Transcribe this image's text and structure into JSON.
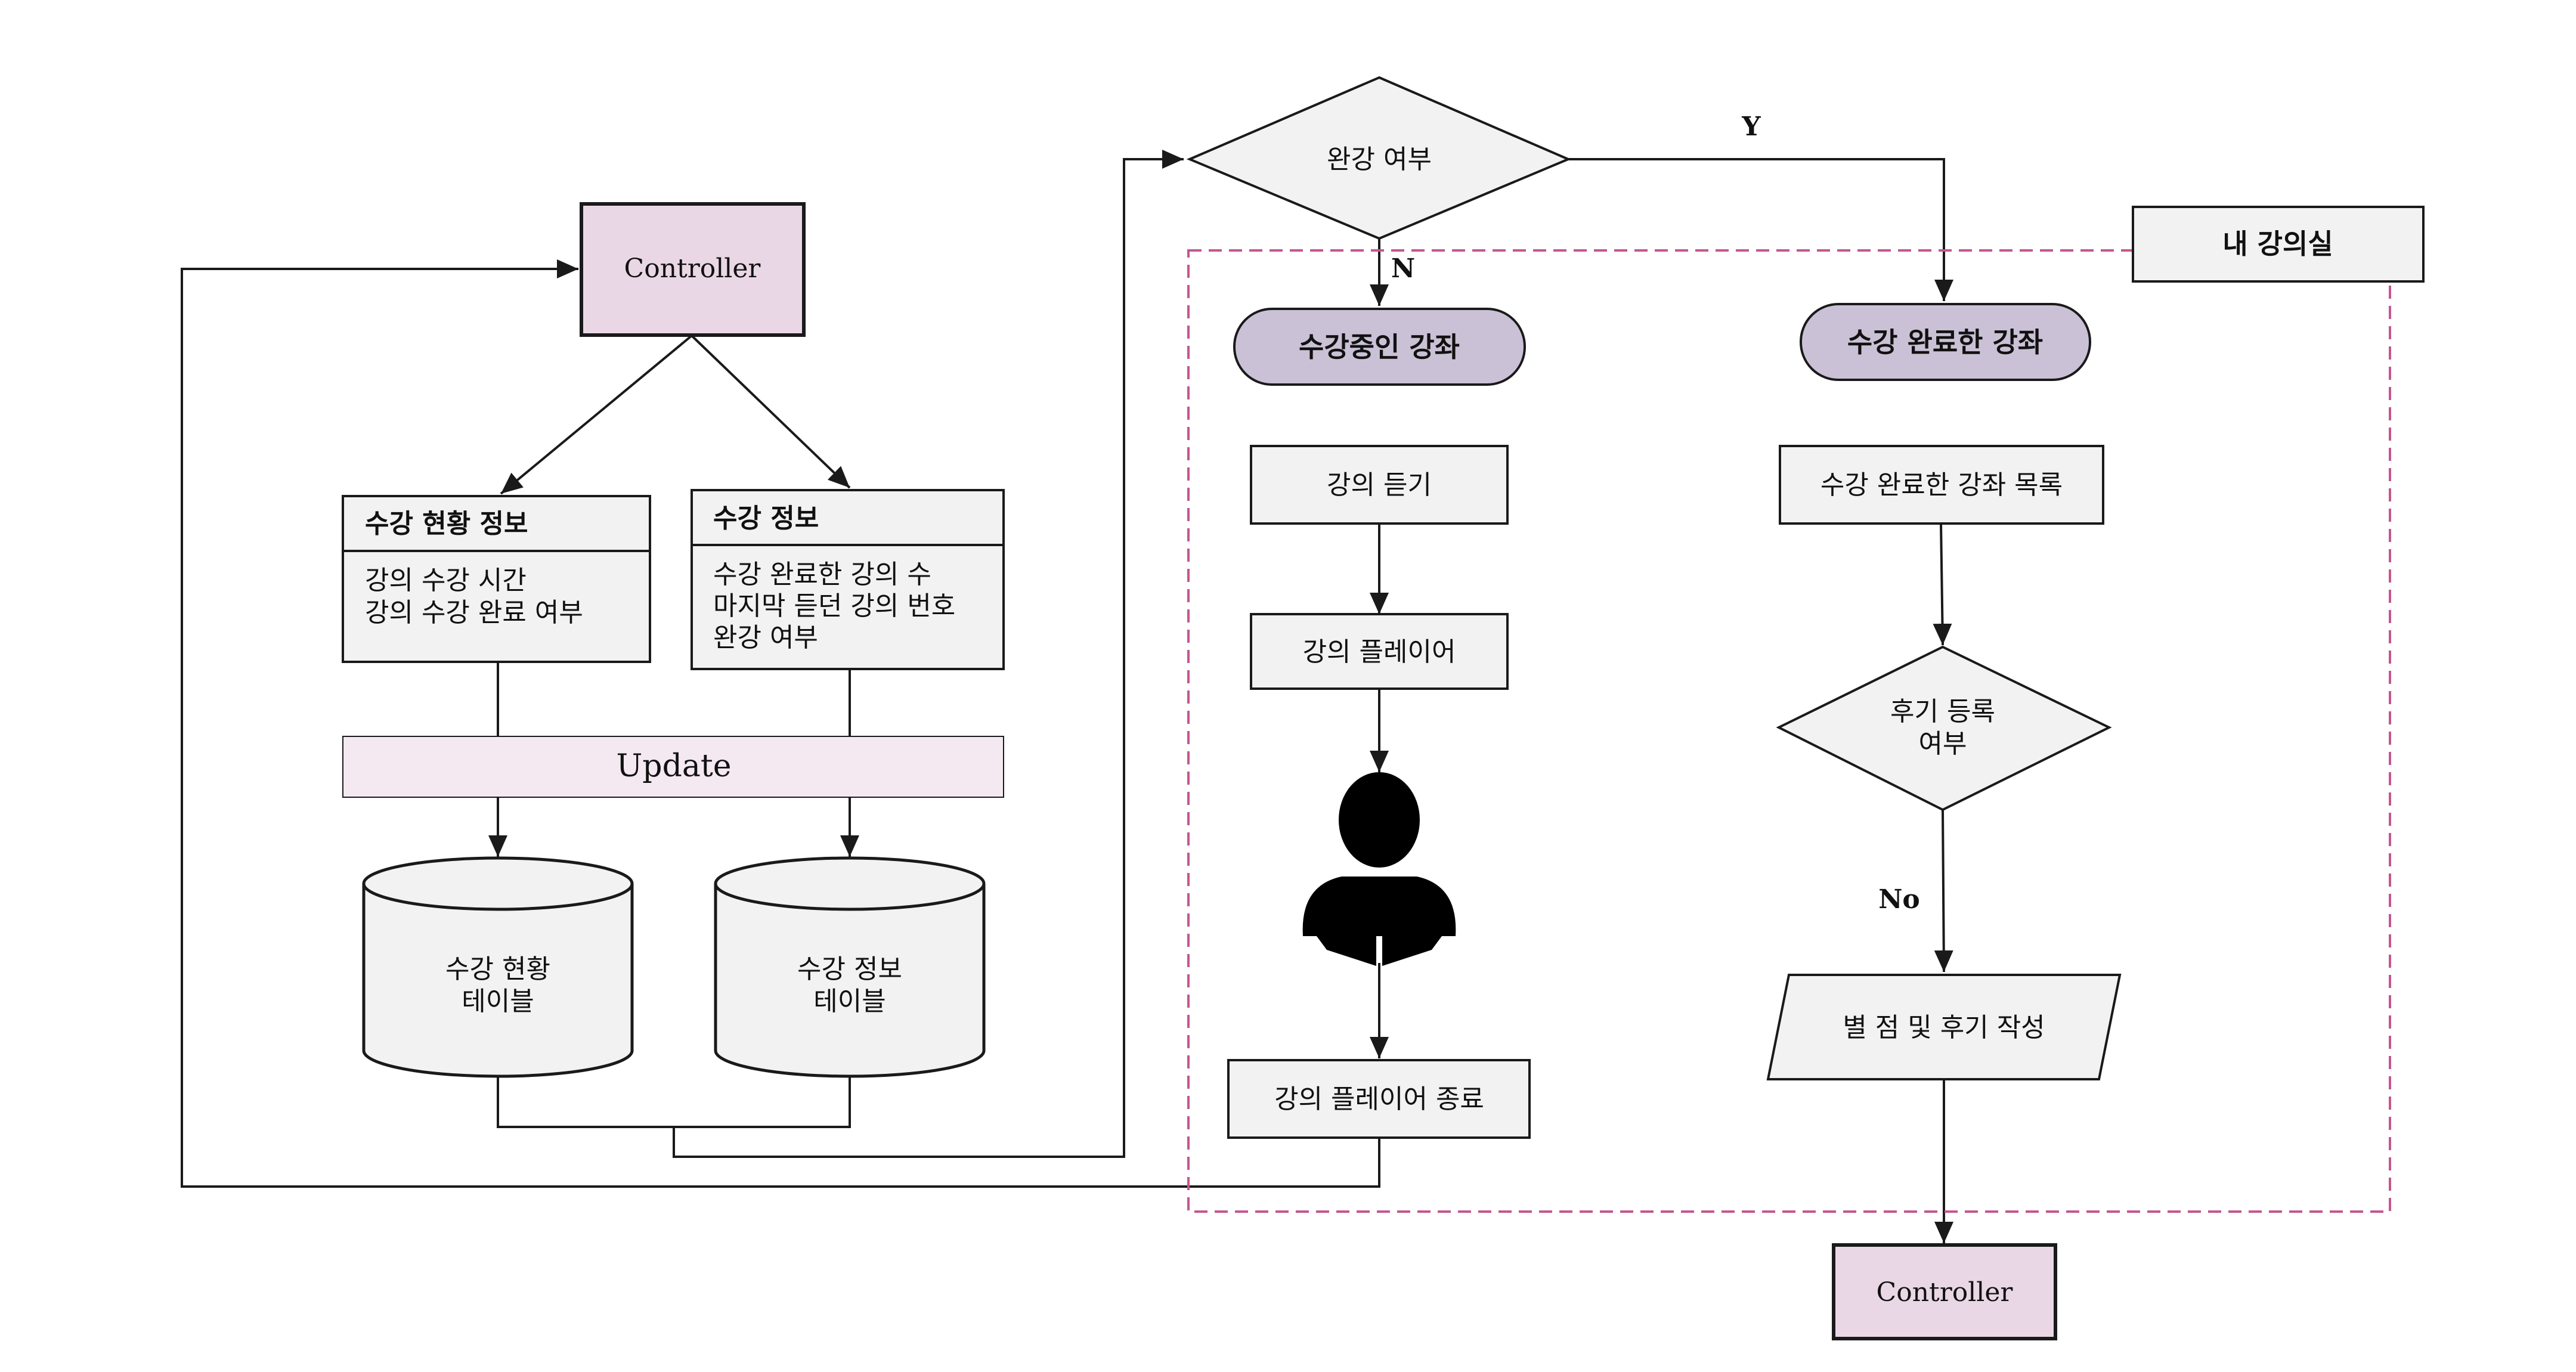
{
  "colors": {
    "controller_fill": "#ead7e5",
    "update_fill": "#f4e8f1",
    "box_fill": "#f2f2f2",
    "pill_fill": "#cbc1d6",
    "dashed_border": "#c4568f",
    "line": "#1a1a1a"
  },
  "controller_top": {
    "label": "Controller"
  },
  "controller_bottom": {
    "label": "Controller"
  },
  "status_info": {
    "title": "수강 현황 정보",
    "lines": [
      "강의 수강 시간",
      "강의 수강 완료 여부"
    ]
  },
  "enroll_info": {
    "title": "수강 정보",
    "lines": [
      "수강 완료한 강의 수",
      "마지막 듣던 강의 번호",
      "완강 여부"
    ]
  },
  "update": {
    "label": "Update"
  },
  "db_status": {
    "lines": [
      "수강 현황",
      "테이블"
    ]
  },
  "db_enroll": {
    "lines": [
      "수강 정보",
      "테이블"
    ]
  },
  "decision_complete": {
    "label": "완강 여부"
  },
  "edge_labels": {
    "yes": "Y",
    "no_short": "N",
    "no": "No"
  },
  "my_classroom": {
    "label": "내 강의실"
  },
  "in_progress": {
    "label": "수강중인 강좌"
  },
  "completed": {
    "label": "수강 완료한 강좌"
  },
  "lecture_listen": {
    "label": "강의 듣기"
  },
  "lecture_player": {
    "label": "강의 플레이어"
  },
  "player_end": {
    "label": "강의 플레이어 종료"
  },
  "completed_list": {
    "label": "수강 완료한 강좌 목록"
  },
  "review_decision": {
    "lines": [
      "후기 등록",
      "여부"
    ]
  },
  "review_write": {
    "label": "별 점 및 후기 작성"
  },
  "icons": {
    "reader": "person-reading-book-icon",
    "arrowhead": "arrowhead-marker"
  }
}
